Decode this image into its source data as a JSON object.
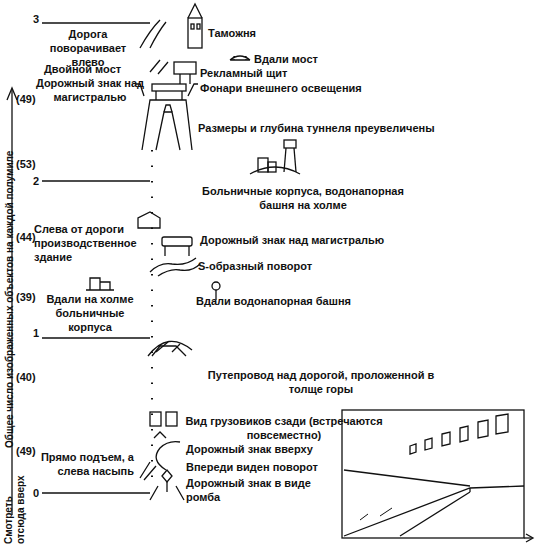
{
  "diagram": {
    "labels": [
      "3",
      "Дорога поворачивает влево",
      "Таможня",
      "Вдали мост",
      "Двойной мост",
      "Рекламный щит",
      "(49)",
      "Дорожный знак над магистралью",
      "Фонари внешнего освещения",
      "Размеры и глубина туннеля преувеличены",
      "(53)",
      "2",
      "Больничные корпуса, водонапорная башня на холме",
      "(44)",
      "Слева от дороги производственное здание",
      "Дорожный знак над магистралью",
      "S-образный поворот",
      "(39)",
      "Вдали на холме больничные корпуса",
      "Вдали водонапорная башня",
      "1",
      "Путепровод над дорогой, проложенной в толще горы",
      "(40)",
      "Вид грузовиков сзади (встречаются повсеместно)",
      "(49)",
      "Дорожный знак вверху",
      "Прямо подъем, а слева насыпь",
      "Впереди виден поворот",
      "Дорожный знак в виде ромба",
      "0",
      "Общее число изображенных объектов на каждой полумиле",
      "Смотреть отсюда вверх"
    ]
  }
}
